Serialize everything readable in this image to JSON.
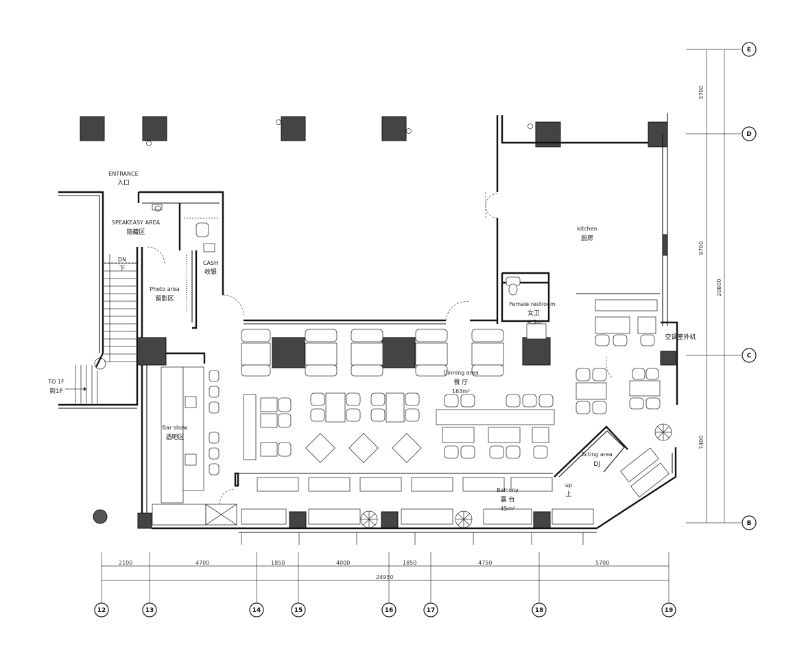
{
  "rooms": [
    {
      "id": "entrance",
      "en": "ENTRANCE",
      "cn": "入口"
    },
    {
      "id": "speakeasy",
      "en": "SPEAKEASY AREA",
      "cn": "隐藏区"
    },
    {
      "id": "cash",
      "en": "CASH",
      "cn": "收银"
    },
    {
      "id": "photo",
      "en": "Photo area",
      "cn": "留影区"
    },
    {
      "id": "stairs",
      "en": "DN",
      "cn": "下"
    },
    {
      "id": "to1f",
      "en": "TO 1F",
      "cn": "到1F"
    },
    {
      "id": "bar",
      "en": "Bar show",
      "cn": "酒吧区"
    },
    {
      "id": "kitchen",
      "en": "kitchen",
      "cn": "厨房"
    },
    {
      "id": "restroom",
      "en": "Female restroom",
      "cn": "女卫",
      "area": "4.5m²"
    },
    {
      "id": "outdoor_unit",
      "en": "",
      "cn": "空调室外机"
    },
    {
      "id": "dining",
      "en": "Dinning area",
      "cn": "餐 厅",
      "area": "163m²"
    },
    {
      "id": "acting",
      "en": "Acting area",
      "cn": "DJ"
    },
    {
      "id": "up",
      "en": "up",
      "cn": "上"
    },
    {
      "id": "balcony",
      "en": "Balcony",
      "cn": "露 台",
      "area": "45m²"
    }
  ],
  "bottom_dimensions": {
    "segments": [
      "2100",
      "4700",
      "1850",
      "4000",
      "1850",
      "4750",
      "5700"
    ],
    "total": "24950"
  },
  "right_dimensions": {
    "segments": [
      "3700",
      "9700",
      "7400"
    ],
    "total": "20800"
  },
  "grid_columns": [
    "12",
    "13",
    "14",
    "15",
    "16",
    "17",
    "18",
    "19"
  ],
  "grid_rows": [
    "E",
    "D",
    "C",
    "B"
  ]
}
